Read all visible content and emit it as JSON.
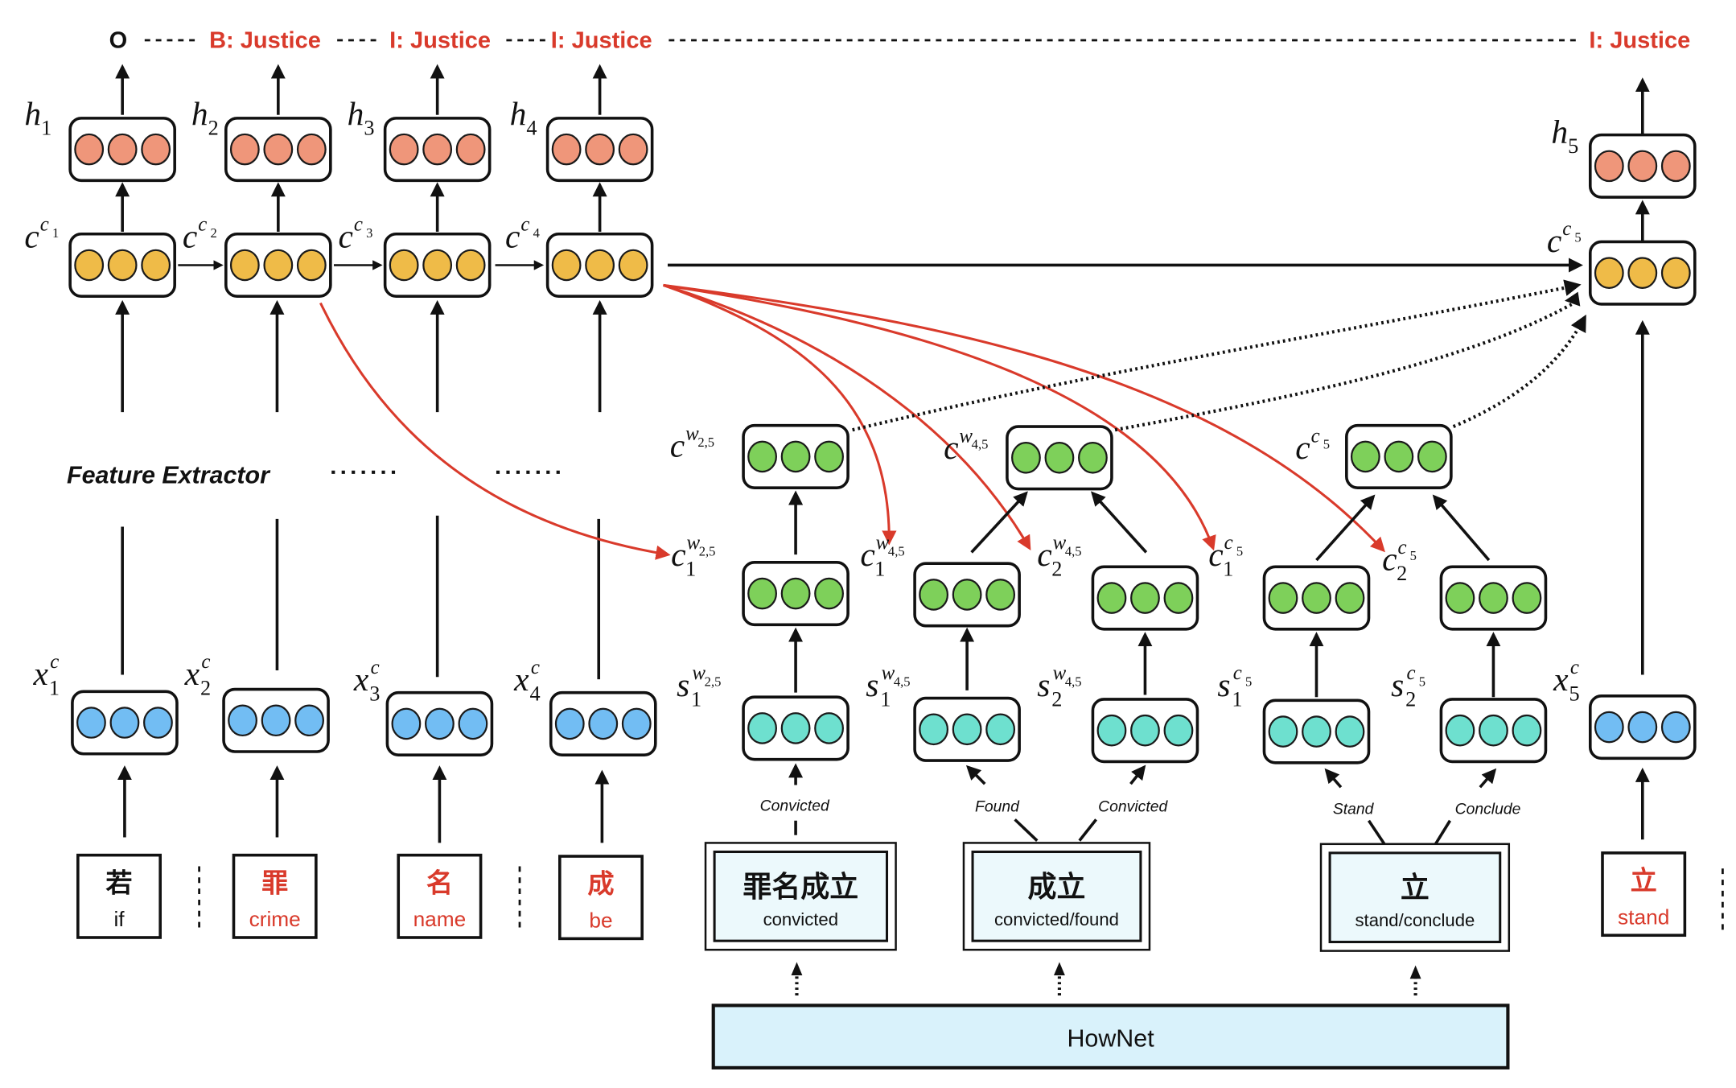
{
  "title": "Lattice LSTM with HowNet sense-enhanced word cells for Chinese NER",
  "colors": {
    "output_cell": "#ef967a",
    "char_cell": "#efbb48",
    "word_cell": "#7ed05a",
    "sense_cell": "#6ee0cf",
    "input_cell": "#72bdf3",
    "red_accent": "#d93a2b",
    "hownet_fill": "#d9f2fb",
    "sense_box_fill": "#ecf9fc"
  },
  "tags": [
    "O",
    "B: Justice",
    "I: Justice",
    "I: Justice",
    "I: Justice"
  ],
  "hidden_labels": [
    "h",
    "h",
    "h",
    "h",
    "h"
  ],
  "hidden_subs": [
    "1",
    "2",
    "3",
    "4",
    "5"
  ],
  "char_cell_subs": [
    "1",
    "2",
    "3",
    "4",
    "5"
  ],
  "feature_extractor": "Feature Extractor",
  "characters": [
    {
      "zh": "若",
      "en": "if",
      "highlight": false
    },
    {
      "zh": "罪",
      "en": "crime",
      "highlight": true
    },
    {
      "zh": "名",
      "en": "name",
      "highlight": true
    },
    {
      "zh": "成",
      "en": "be",
      "highlight": true
    },
    {
      "zh": "立",
      "en": "stand",
      "highlight": true
    }
  ],
  "input_labels": [
    "1",
    "2",
    "3",
    "4",
    "5"
  ],
  "word_cells": [
    {
      "label": "c",
      "sup": "w",
      "supsub": "2,5"
    },
    {
      "label": "c",
      "sup": "w",
      "supsub": "4,5"
    },
    {
      "label": "c",
      "sup": "c",
      "supsub": "5"
    }
  ],
  "sense_word_cells": [
    {
      "label": "c",
      "sub": "1",
      "sup": "w",
      "supsub": "2,5"
    },
    {
      "label": "c",
      "sub": "1",
      "sup": "w",
      "supsub": "4,5"
    },
    {
      "label": "c",
      "sub": "2",
      "sup": "w",
      "supsub": "4,5"
    },
    {
      "label": "c",
      "sub": "1",
      "sup": "c",
      "supsub": "5"
    },
    {
      "label": "c",
      "sub": "2",
      "sup": "c",
      "supsub": "5"
    }
  ],
  "sense_inputs": [
    {
      "label": "s",
      "sub": "1",
      "sup": "w",
      "supsub": "2,5"
    },
    {
      "label": "s",
      "sub": "1",
      "sup": "w",
      "supsub": "4,5"
    },
    {
      "label": "s",
      "sub": "2",
      "sup": "w",
      "supsub": "4,5"
    },
    {
      "label": "s",
      "sub": "1",
      "sup": "c",
      "supsub": "5"
    },
    {
      "label": "s",
      "sub": "2",
      "sup": "c",
      "supsub": "5"
    }
  ],
  "sense_names": [
    "Convicted",
    "Found",
    "Convicted",
    "Stand",
    "Conclude"
  ],
  "hownet_words": [
    {
      "zh": "罪名成立",
      "en": "convicted"
    },
    {
      "zh": "成立",
      "en": "convicted/found"
    },
    {
      "zh": "立",
      "en": "stand/conclude"
    }
  ],
  "hownet_label": "HowNet"
}
